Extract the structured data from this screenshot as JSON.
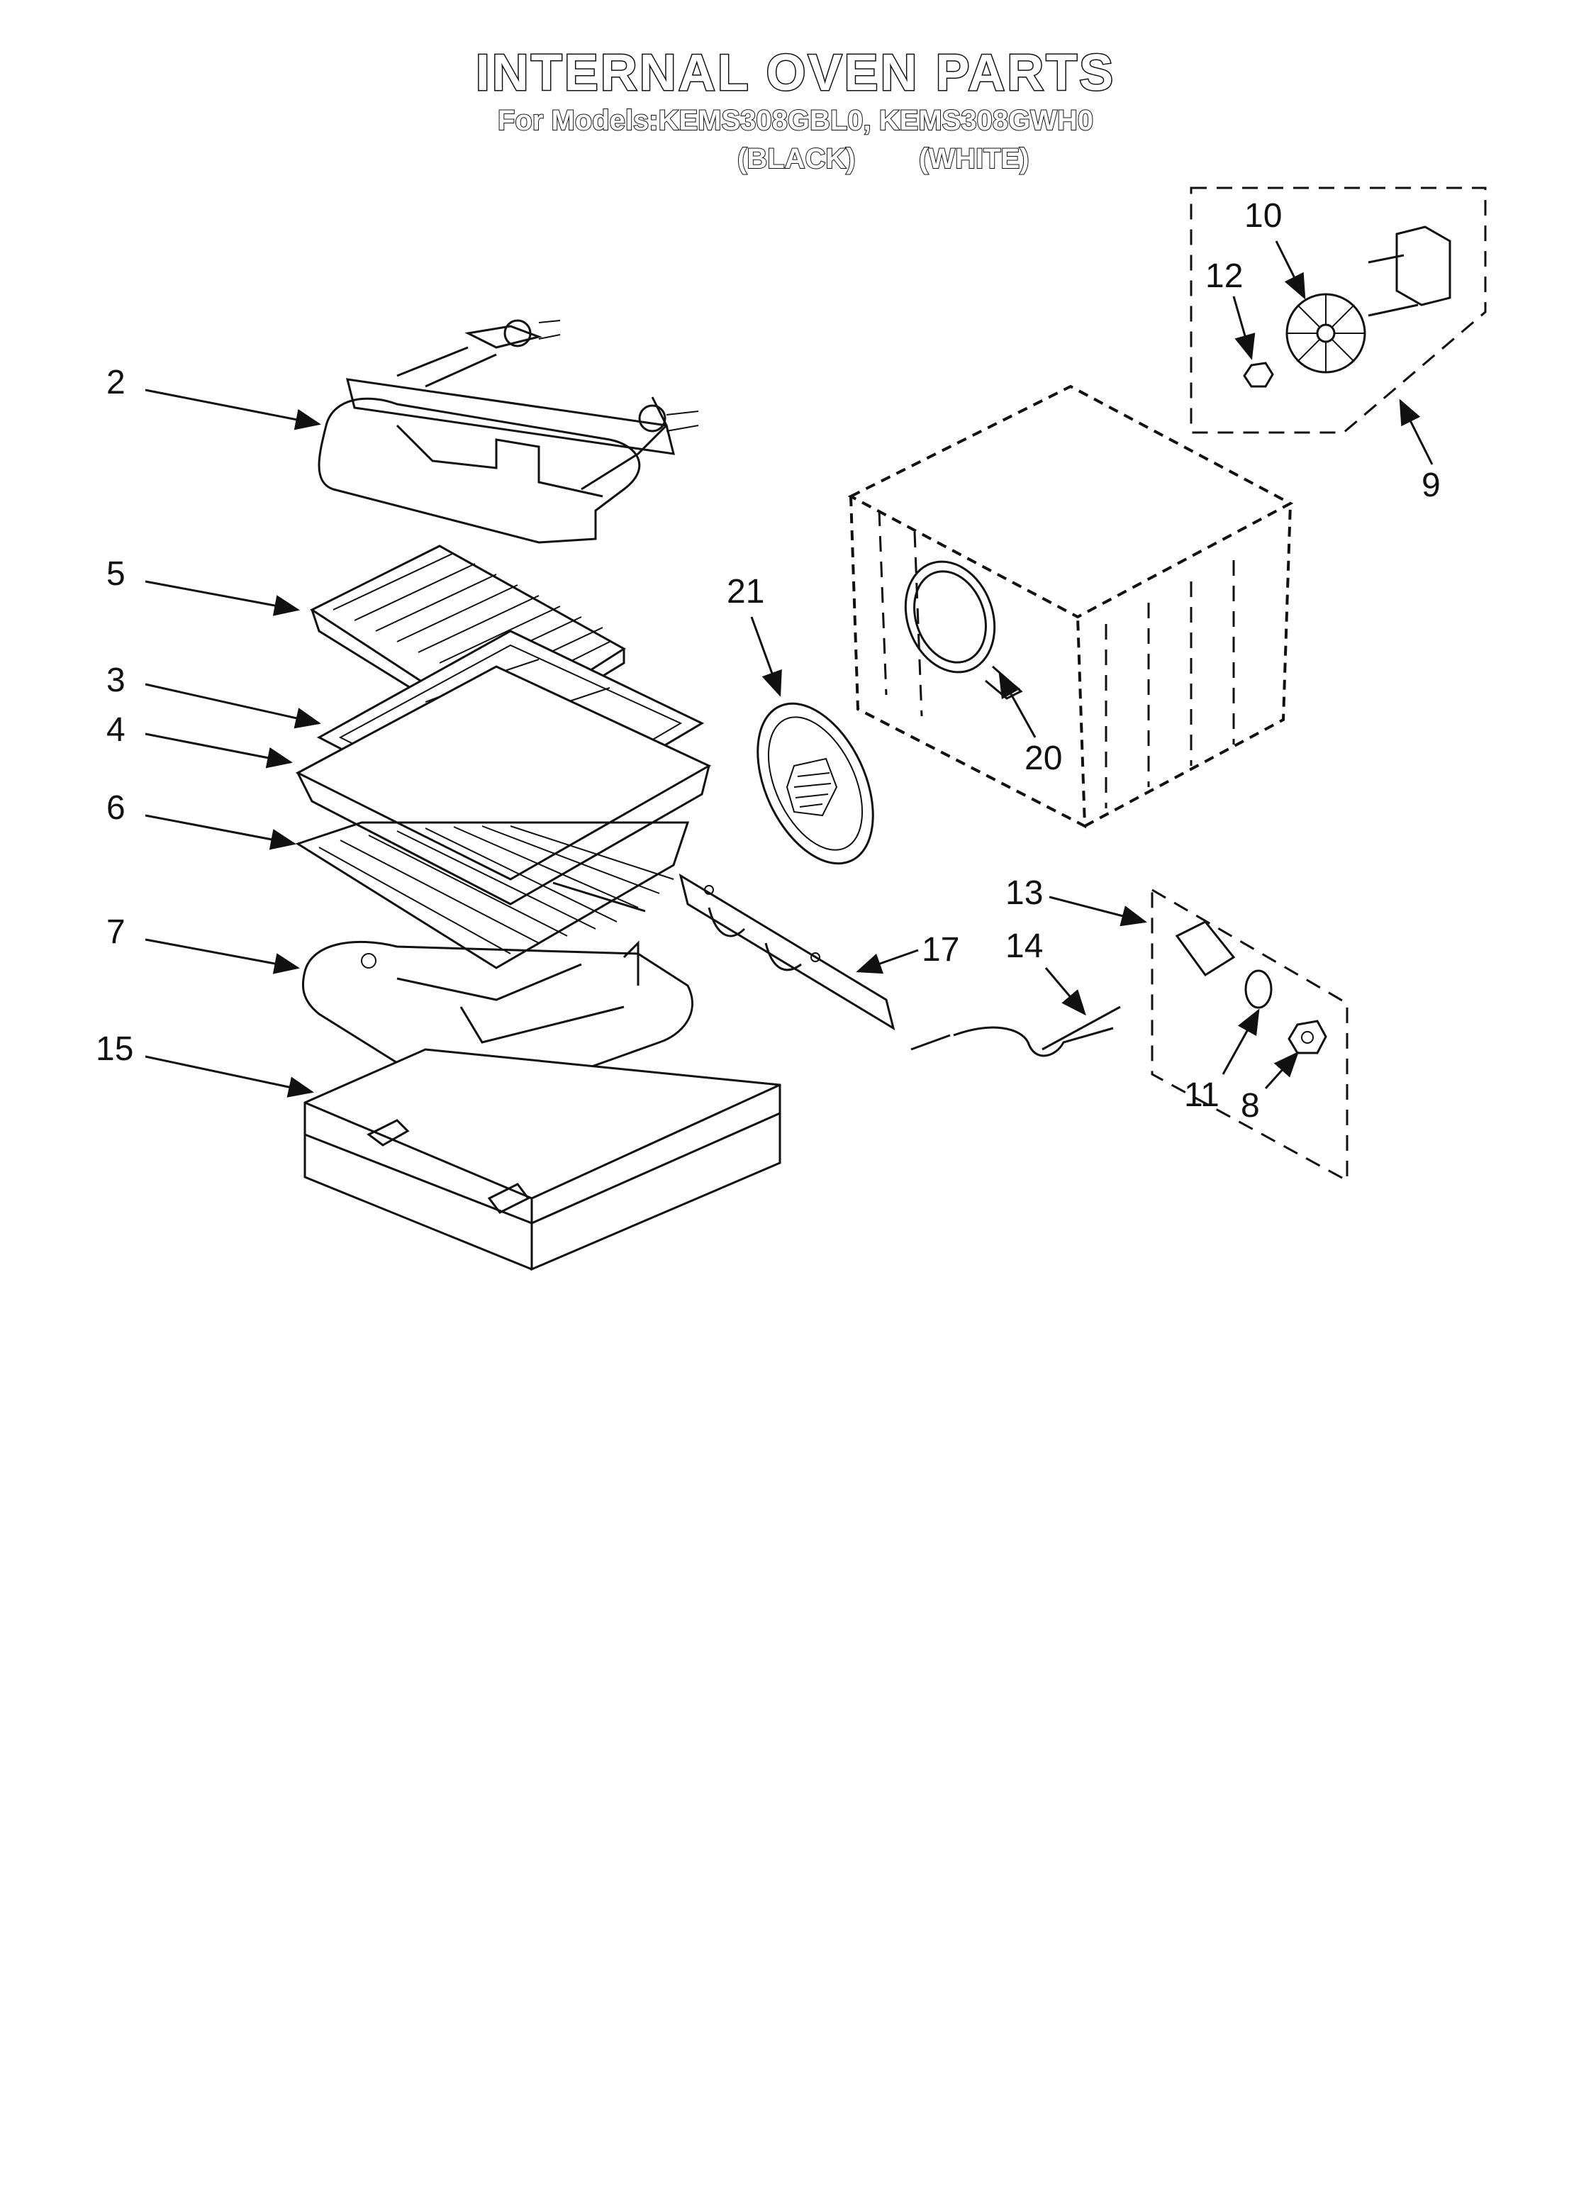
{
  "header": {
    "title": "INTERNAL OVEN PARTS",
    "subtitle": "For Models:KEMS308GBL0, KEMS308GWH0",
    "variant_black": "(BLACK)",
    "variant_white": "(WHITE)"
  },
  "callouts": {
    "c2": "2",
    "c5": "5",
    "c3": "3",
    "c4": "4",
    "c6": "6",
    "c7": "7",
    "c15": "15",
    "c21": "21",
    "c20": "20",
    "c17": "17",
    "c13": "13",
    "c14": "14",
    "c11": "11",
    "c8": "8",
    "c10": "10",
    "c12": "12",
    "c9": "9"
  }
}
